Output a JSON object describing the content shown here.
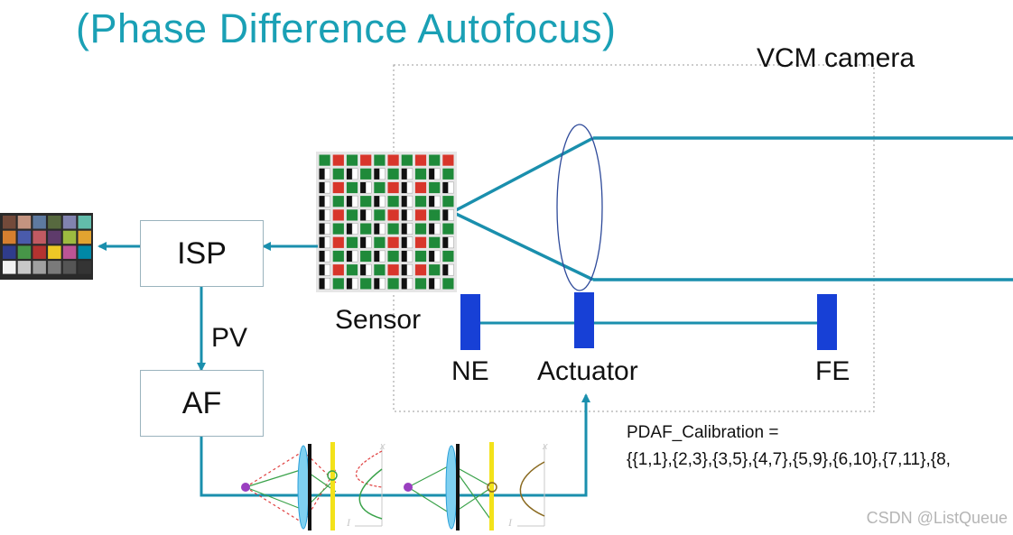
{
  "title": "(Phase Difference Autofocus)",
  "vcm_label": "VCM camera",
  "blocks": {
    "isp": "ISP",
    "af": "AF"
  },
  "labels": {
    "pv": "PV",
    "sensor": "Sensor",
    "ne": "NE",
    "actuator": "Actuator",
    "fe": "FE"
  },
  "calibration": {
    "line1": "PDAF_Calibration =",
    "line2": "{{1,1},{2,3},{3,5},{4,7},{5,9},{6,10},{7,11},{8,"
  },
  "watermark": "CSDN @ListQueue",
  "colors": {
    "teal": "#1a8fad",
    "title": "#1aa0b5",
    "actuator_blue": "#1740d6",
    "yellow_plane": "#f3e21a"
  }
}
